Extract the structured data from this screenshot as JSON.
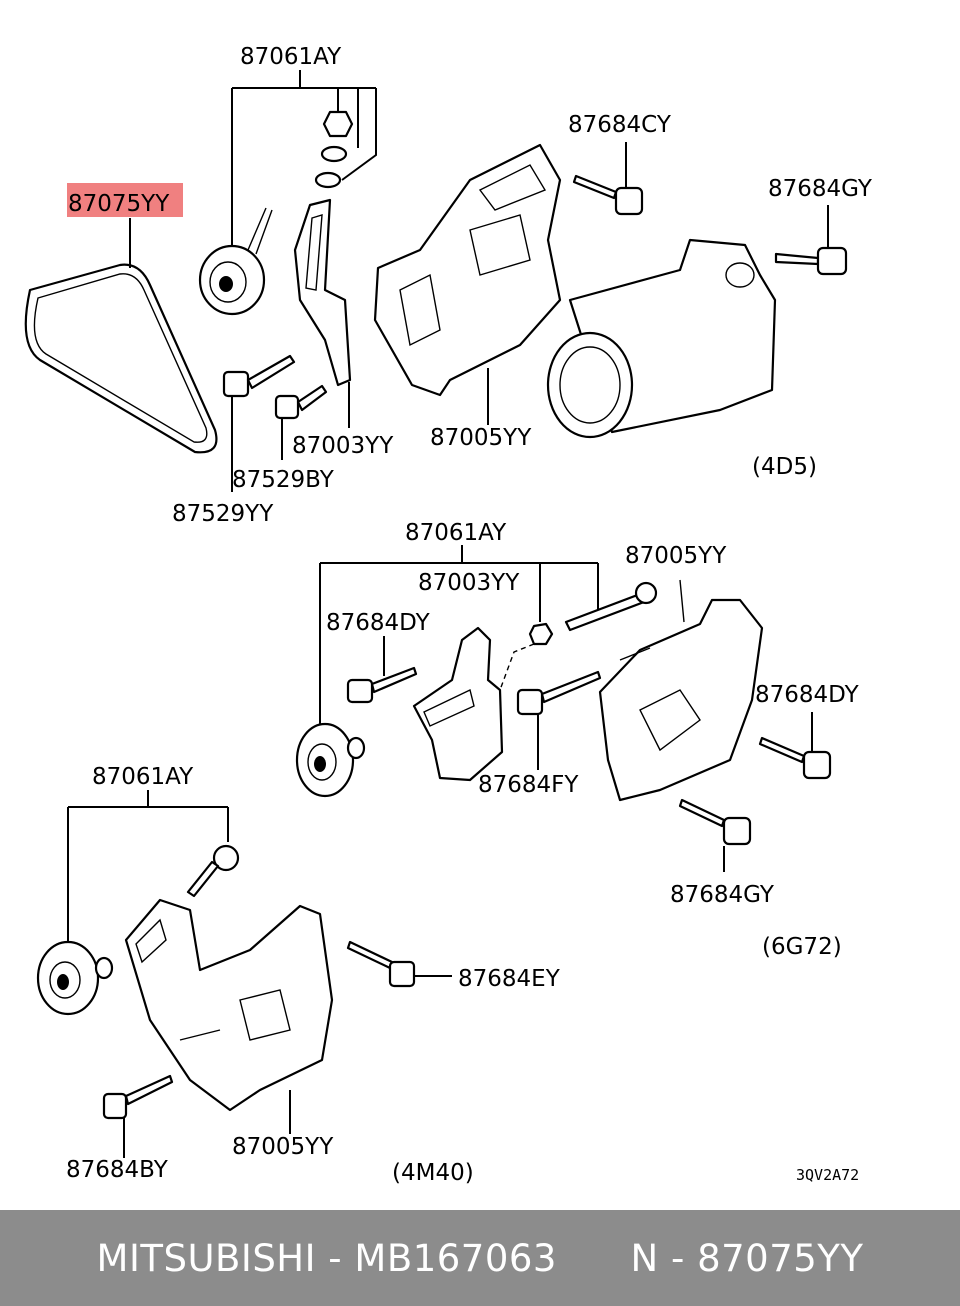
{
  "labels": {
    "belt_top": "87075YY",
    "top_61ay": "87061AY",
    "top_84cy": "87684CY",
    "top_84gy": "87684GY",
    "top_03yy": "87003YY",
    "top_05yy": "87005YY",
    "top_29by": "87529BY",
    "top_29yy": "87529YY",
    "mid_61ay": "87061AY",
    "mid_03yy": "87003YY",
    "mid_05yy": "87005YY",
    "mid_84dy_left": "87684DY",
    "mid_84dy_right": "87684DY",
    "mid_84fy": "87684FY",
    "mid_84gy": "87684GY",
    "bot_61ay": "87061AY",
    "bot_84ey": "87684EY",
    "bot_05yy": "87005YY",
    "bot_84by": "87684BY"
  },
  "engines": {
    "top": "(4D5)",
    "mid": "(6G72)",
    "bot": "(4M40)"
  },
  "diagram_code": "3QV2A72",
  "highlight_color": "#f08080",
  "footer": {
    "text": "MITSUBISHI - MB167063      N - 87075YY"
  }
}
